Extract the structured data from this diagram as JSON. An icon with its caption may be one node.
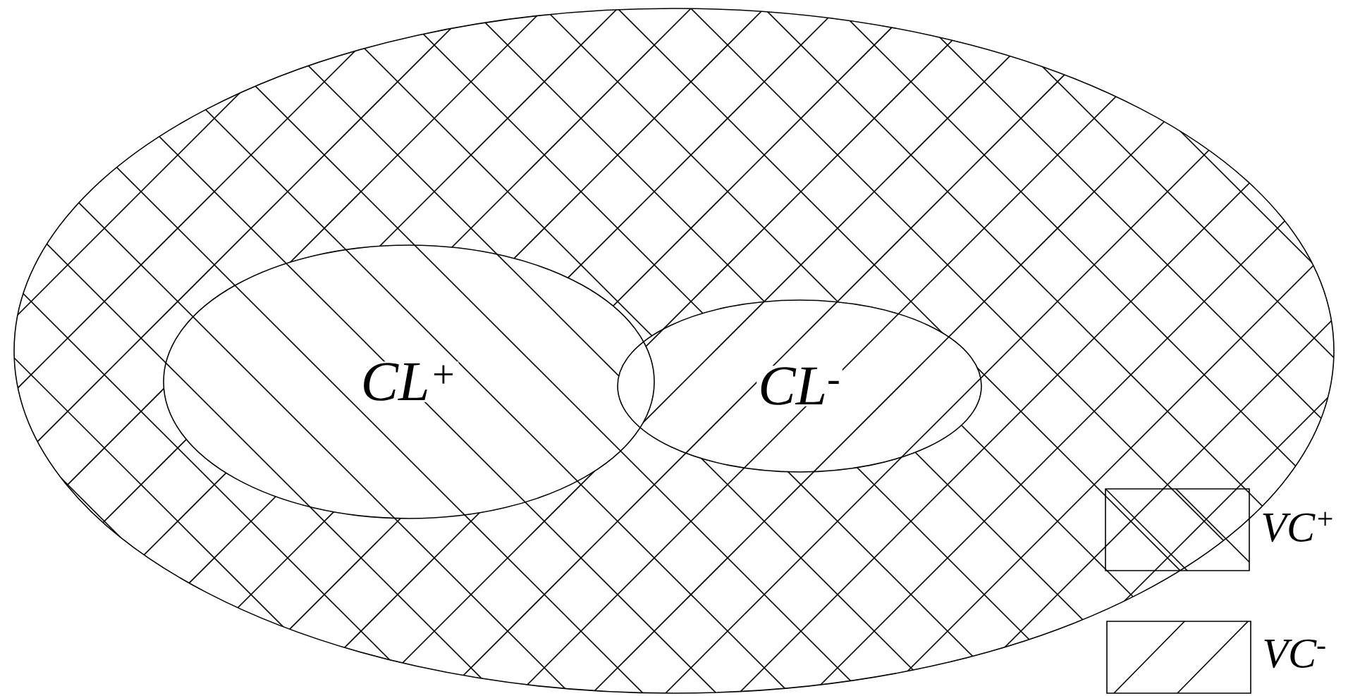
{
  "diagram": {
    "nodes": [
      {
        "text": [],
        "shape": "ellipse"
      },
      {
        "text": [
          "CL$^{+}$"
        ],
        "in": 0
      },
      {
        "text": [
          "CL$^{-}$"
        ],
        "in": 0
      }
    ],
    "legend": [
      {
        "text": "VC$^{+}$"
      },
      {
        "text": "VC$^{-}$"
      }
    ]
  }
}
